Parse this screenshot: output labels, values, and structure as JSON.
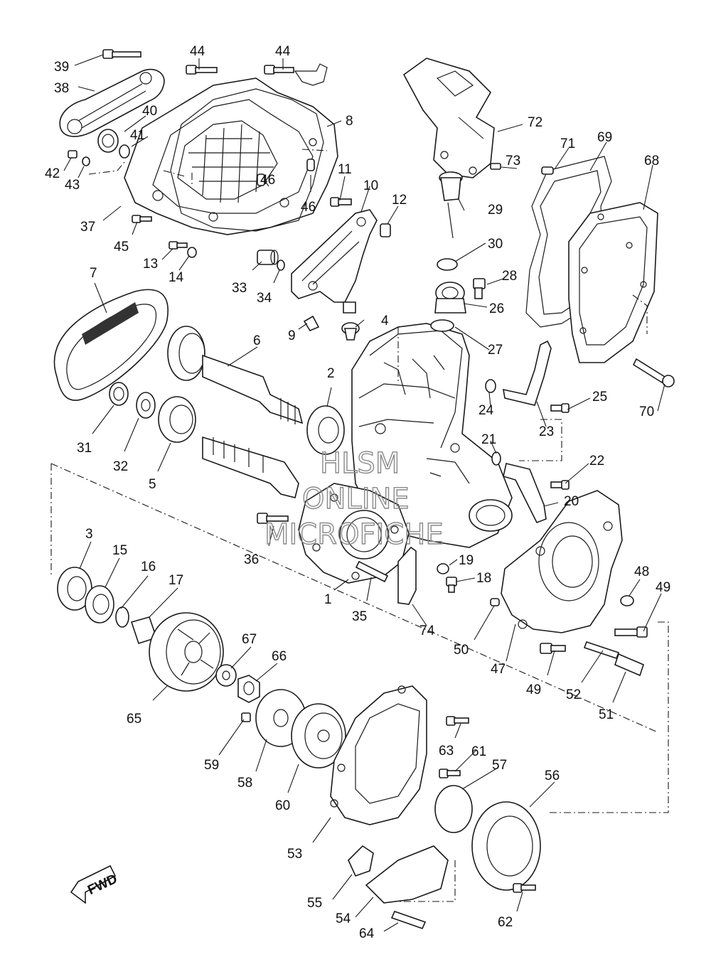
{
  "diagram": {
    "labels": {
      "1": "1",
      "2": "2",
      "3": "3",
      "4": "4",
      "5": "5",
      "6": "6",
      "7": "7",
      "8": "8",
      "9": "9",
      "10": "10",
      "11": "11",
      "12": "12",
      "13": "13",
      "14": "14",
      "15": "15",
      "16": "16",
      "17": "17",
      "18": "18",
      "19": "19",
      "20": "20",
      "21": "21",
      "22": "22",
      "23": "23",
      "24": "24",
      "25": "25",
      "26": "26",
      "27": "27",
      "28": "28",
      "29": "29",
      "30": "30",
      "31": "31",
      "32": "32",
      "33": "33",
      "34": "34",
      "35": "35",
      "36": "36",
      "37": "37",
      "38": "38",
      "39": "39",
      "40": "40",
      "41": "41",
      "42": "42",
      "43": "43",
      "44a": "44",
      "44b": "44",
      "45": "45",
      "46a": "46",
      "46b": "46",
      "47": "47",
      "48": "48",
      "49a": "49",
      "49b": "49",
      "50": "50",
      "51": "51",
      "52": "52",
      "53": "53",
      "54": "54",
      "55": "55",
      "56": "56",
      "57": "57",
      "58": "58",
      "59": "59",
      "60": "60",
      "61": "61",
      "62": "62",
      "63": "63",
      "64": "64",
      "65": "65",
      "66": "66",
      "67": "67",
      "68": "68",
      "69": "69",
      "70": "70",
      "71": "71",
      "72": "72",
      "73": "73",
      "74": "74"
    },
    "fwd_label": "FWD",
    "watermark": {
      "line1": "HLSM",
      "line2": "ONLINE",
      "line3": "MICROFICHE"
    }
  }
}
